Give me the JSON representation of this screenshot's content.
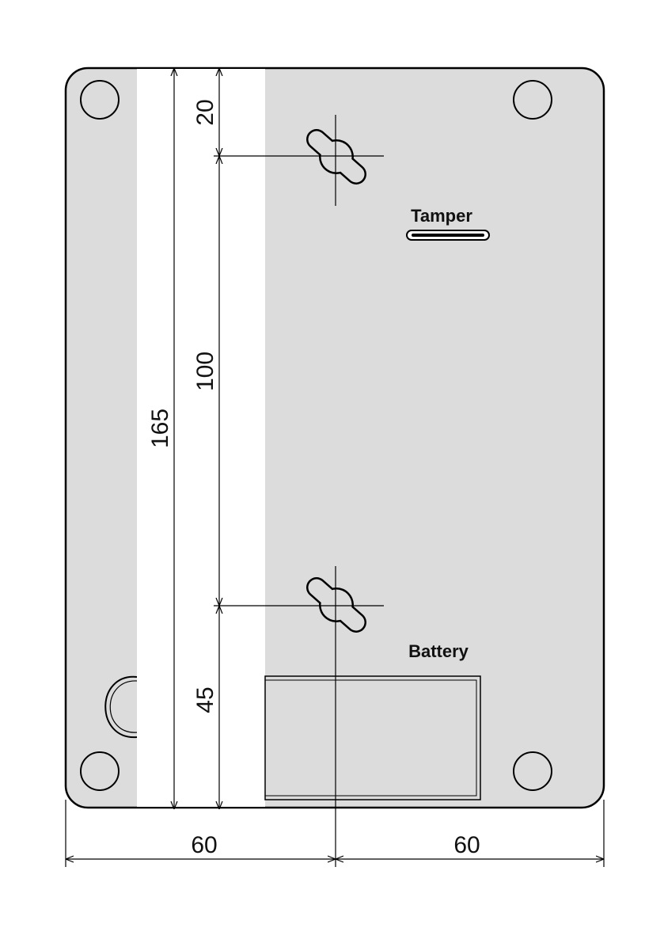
{
  "diagram": {
    "colors": {
      "enclosure_fill": "#dcdcdc",
      "strip_fill": "#ffffff",
      "line": "#000000"
    },
    "labels": {
      "tamper": "Tamper",
      "battery": "Battery"
    },
    "dimensions": {
      "overall_height": "165",
      "top_offset": "20",
      "hole_spacing": "100",
      "bottom_offset": "45",
      "left_width": "60",
      "right_width": "60"
    }
  }
}
